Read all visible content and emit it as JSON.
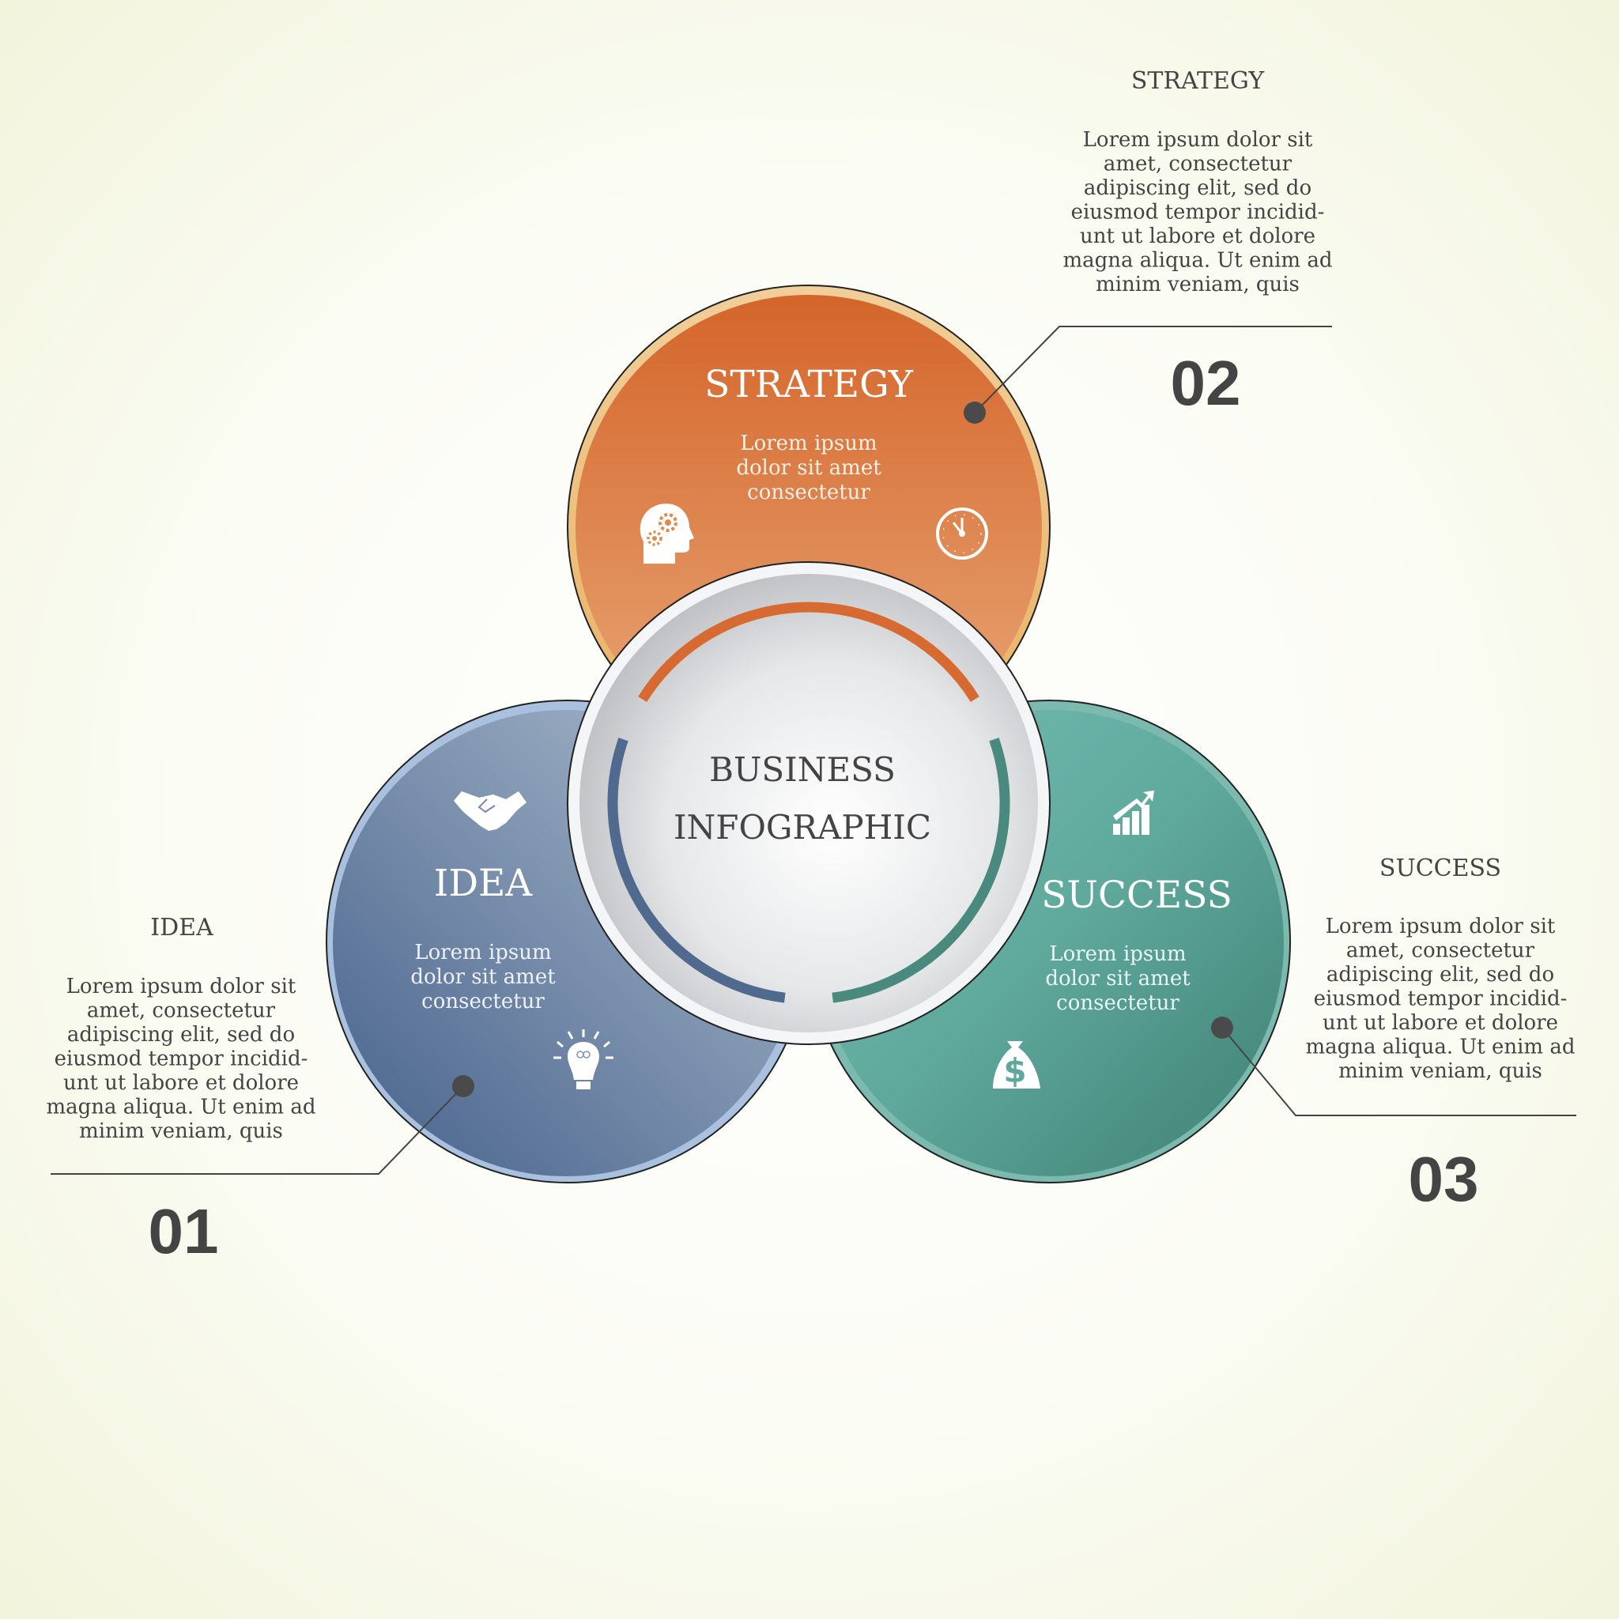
{
  "center": {
    "line1": "BUSINESS",
    "line2": "INFOGRAPHIC"
  },
  "colors": {
    "strategy": "#d66a30",
    "idea": "#4f6a8e",
    "success": "#4a8a7e",
    "text": "#444444"
  },
  "steps": {
    "idea": {
      "number": "01",
      "circle_title": "IDEA",
      "circle_text": [
        "Lorem ipsum",
        "dolor sit amet",
        "consectetur"
      ],
      "side_title": "IDEA",
      "side_text": [
        "Lorem ipsum dolor sit",
        "amet, consectetur",
        "adipiscing elit, sed do",
        "eiusmod tempor incidid-",
        "unt ut labore et dolore",
        "magna aliqua. Ut enim ad",
        "minim veniam, quis"
      ],
      "icons": [
        "handshake-icon",
        "lightbulb-icon"
      ]
    },
    "strategy": {
      "number": "02",
      "circle_title": "STRATEGY",
      "circle_text": [
        "Lorem ipsum",
        "dolor sit amet",
        "consectetur"
      ],
      "side_title": "STRATEGY",
      "side_text": [
        "Lorem ipsum dolor sit",
        "amet, consectetur",
        "adipiscing elit, sed do",
        "eiusmod tempor incidid-",
        "unt ut labore et dolore",
        "magna aliqua. Ut enim ad",
        "minim veniam, quis"
      ],
      "icons": [
        "head-gears-icon",
        "clock-icon"
      ]
    },
    "success": {
      "number": "03",
      "circle_title": "SUCCESS",
      "circle_text": [
        "Lorem ipsum",
        "dolor sit amet",
        "consectetur"
      ],
      "side_title": "SUCCESS",
      "side_text": [
        "Lorem ipsum dolor sit",
        "amet, consectetur",
        "adipiscing elit, sed do",
        "eiusmod tempor incidid-",
        "unt ut labore et dolore",
        "magna aliqua. Ut enim ad",
        "minim veniam, quis"
      ],
      "icons": [
        "growth-chart-icon",
        "money-bag-icon"
      ]
    }
  }
}
